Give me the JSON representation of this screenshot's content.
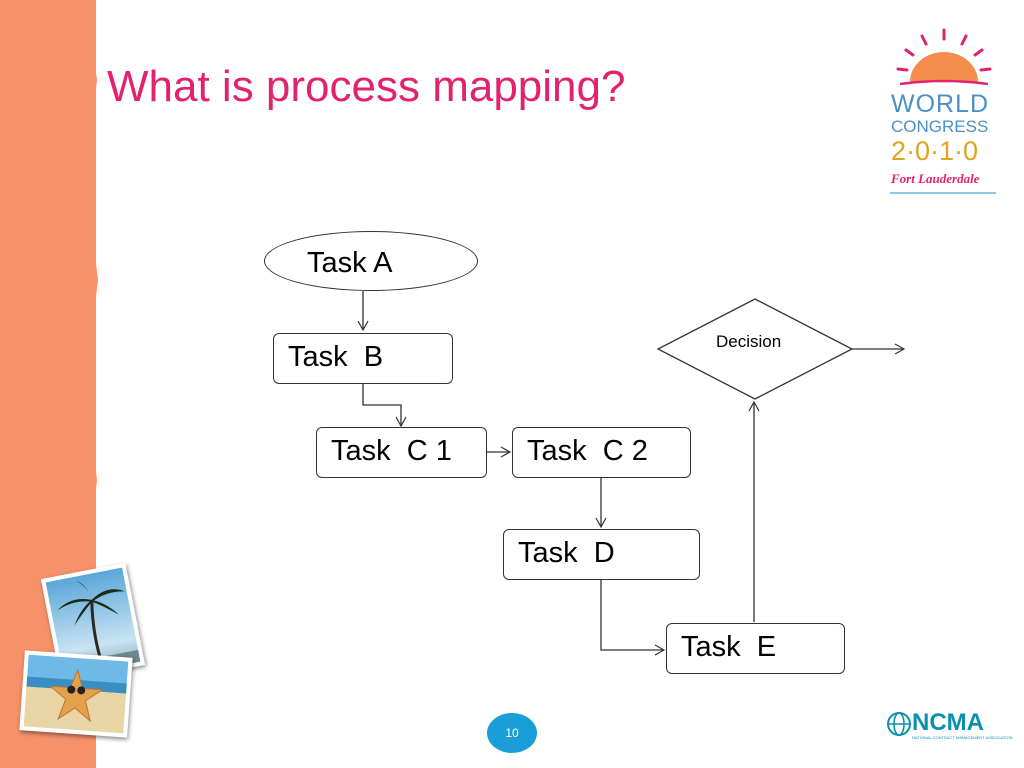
{
  "slide": {
    "title": "What is process mapping?",
    "page_number": "10"
  },
  "flowchart": {
    "task_a": "Task A",
    "task_b": "Task  B",
    "task_c1": "Task  C 1",
    "task_c2": "Task  C 2",
    "task_d": "Task  D",
    "task_e": "Task  E",
    "decision": "Decision"
  },
  "logo": {
    "line1": "WORLD",
    "line2": "CONGRESS",
    "line3": "2·0·1·0",
    "line4": "Fort Lauderdale"
  },
  "sponsor": {
    "name": "NCMA",
    "tagline": "NATIONAL CONTRACT MANAGEMENT ASSOCIATION"
  },
  "colors": {
    "title": "#e2226e",
    "stripe": "#f7916a",
    "page_badge": "#1a9ed8",
    "ncma": "#0b8fb0"
  },
  "icons": [
    "palm-tree-photo",
    "starfish-photo",
    "sun-logo-icon",
    "globe-icon"
  ]
}
